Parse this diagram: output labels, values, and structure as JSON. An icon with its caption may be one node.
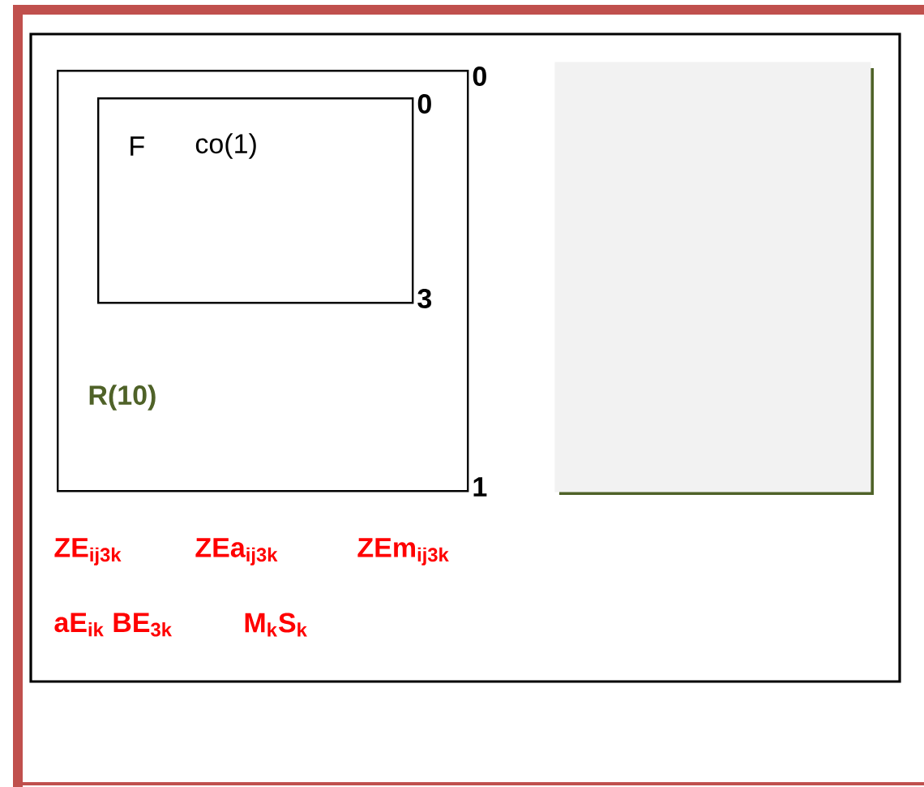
{
  "diagram": {
    "nodes": [
      {
        "text": [
          "R(10)"
        ],
        "beside": [
          "0",
          "1"
        ]
      },
      {
        "text": [
          "F",
          "co(1)"
        ],
        "beside": [
          "0",
          "3"
        ],
        "in": 0
      },
      {
        "text": [],
        "shape": "box"
      }
    ],
    "labels": [
      "ZE$_{ij3k}$",
      "ZEa$_{ij3k}$",
      "ZEm$_{ij3k}$",
      "aE$_{ik}$ BE$_{3k}$",
      "M$_{k}$S$_{k}$"
    ]
  }
}
